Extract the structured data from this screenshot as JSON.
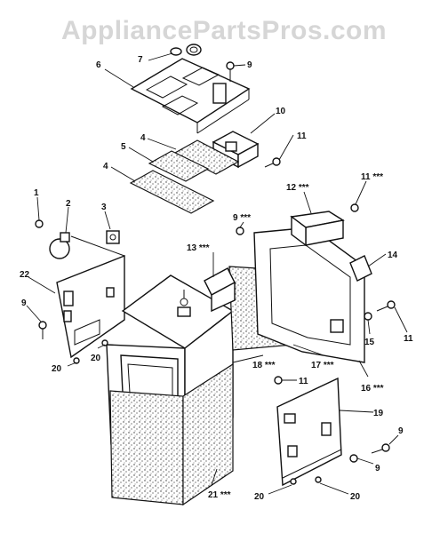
{
  "watermark": "AppliancePartsPros.com",
  "callouts": {
    "c1": "1",
    "c2": "2",
    "c3": "3",
    "c4a": "4",
    "c4b": "4",
    "c5": "5",
    "c6": "6",
    "c7": "7",
    "c9a": "9",
    "c9b": "9 ***",
    "c9c": "9",
    "c9d": "9",
    "c9e": "9",
    "c10": "10",
    "c11a": "11",
    "c11b": "11 ***",
    "c11c": "11",
    "c11d": "11",
    "c12": "12 ***",
    "c13": "13 ***",
    "c14": "14",
    "c15": "15",
    "c16": "16 ***",
    "c17": "17 ***",
    "c18": "18 ***",
    "c19": "19",
    "c20a": "20",
    "c20b": "20",
    "c20c": "20",
    "c20d": "20",
    "c21": "21 ***",
    "c22": "22"
  }
}
